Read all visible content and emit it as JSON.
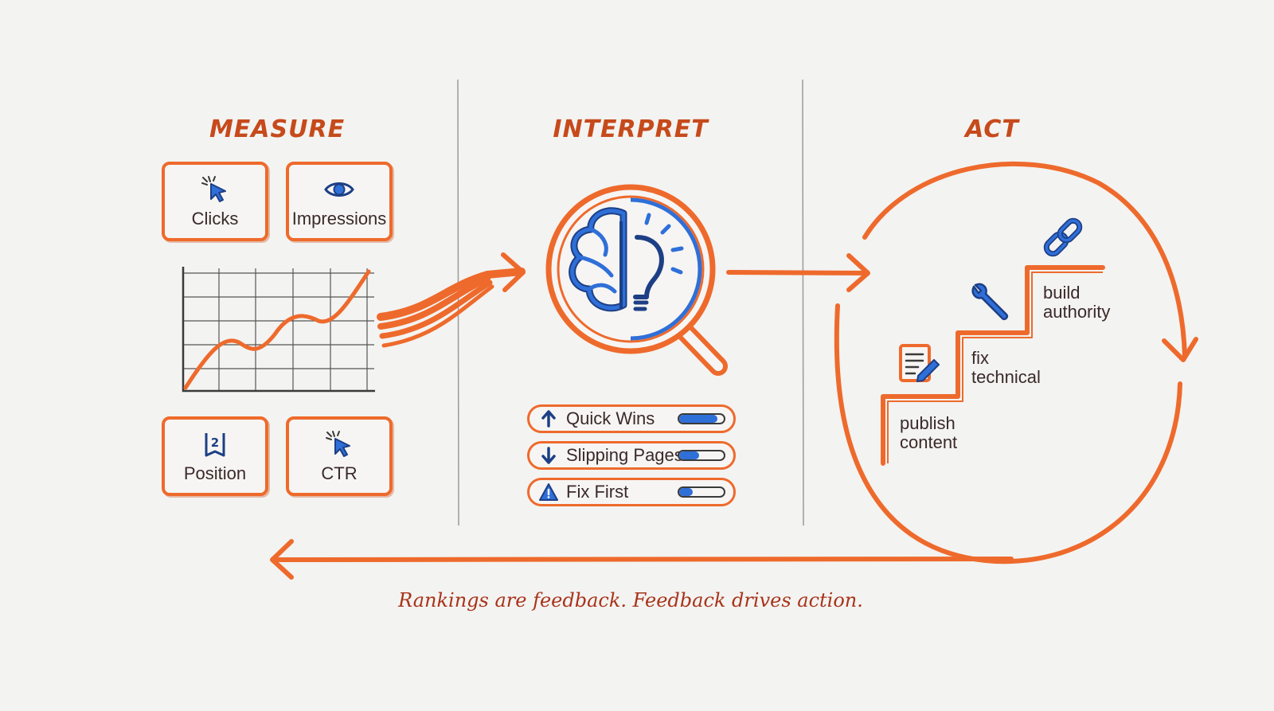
{
  "colors": {
    "accent": "#ee6a2c",
    "heading": "#c64a1b",
    "blue": "#2f6fd8",
    "text": "#3a2a2a",
    "tagline": "#a8331a"
  },
  "measure": {
    "title": "MEASURE",
    "cards": [
      {
        "label": "Clicks",
        "icon": "cursor-click-icon"
      },
      {
        "label": "Impressions",
        "icon": "eye-icon"
      },
      {
        "label": "Position",
        "icon": "ranking-number-icon"
      },
      {
        "label": "CTR",
        "icon": "cursor-click-icon"
      }
    ],
    "position_badge": "2"
  },
  "interpret": {
    "title": "INTERPRET",
    "center_icon": "brain-magnifier-icon",
    "pills": [
      {
        "label": "Quick Wins",
        "icon": "arrow-up-icon",
        "level": 0.85
      },
      {
        "label": "Slipping Pages",
        "icon": "arrow-down-icon",
        "level": 0.45
      },
      {
        "label": "Fix First",
        "icon": "warning-icon",
        "level": 0.3
      }
    ]
  },
  "act": {
    "title": "ACT",
    "steps": [
      {
        "label": "publish\ncontent",
        "icon": "document-pen-icon"
      },
      {
        "label": "fix\ntechnical",
        "icon": "wrench-icon"
      },
      {
        "label": "build\nauthority",
        "icon": "link-icon"
      }
    ]
  },
  "tagline": "Rankings are feedback. Feedback drives action."
}
